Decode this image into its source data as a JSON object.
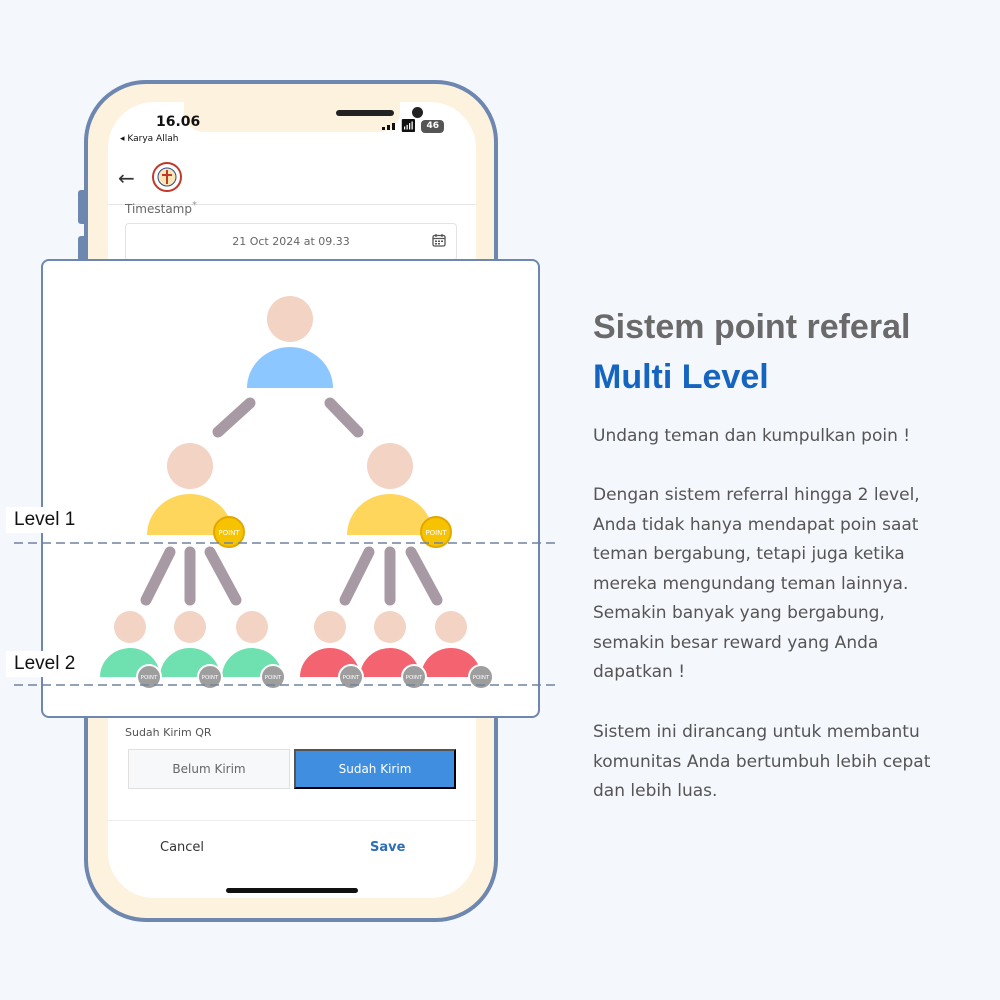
{
  "status_bar": {
    "time": "16.06",
    "back_app": "◂ Karya Allah",
    "battery": "46"
  },
  "form": {
    "timestamp_label": "Timestamp",
    "timestamp_required": "*",
    "timestamp_value": "21 Oct 2024 at 09.33",
    "qr_label": "Sudah Kirim QR",
    "qr_no": "Belum Kirim",
    "qr_yes": "Sudah Kirim",
    "cancel": "Cancel",
    "save": "Save"
  },
  "diagram": {
    "level1": "Level 1",
    "level2": "Level 2",
    "coin": "POINT",
    "colors": {
      "top": "#8cc7ff",
      "level1": "#ffd65c",
      "level2_left": "#6fe0b0",
      "level2_right": "#f46470",
      "coin": "#f7c300",
      "coin_gray": "#9e9e9e",
      "head": "#f3d3c3",
      "connector": "#a89aa4"
    }
  },
  "promo": {
    "title_line1": "Sistem point referal",
    "title_line2": "Multi Level",
    "intro": "Undang teman dan kumpulkan poin !",
    "body1_lines": [
      "Dengan sistem referral hingga 2 level,",
      "Anda tidak hanya mendapat poin saat",
      "teman bergabung, tetapi juga ketika",
      "mereka mengundang teman lainnya.",
      "Semakin banyak yang bergabung,",
      "semakin besar reward yang Anda",
      "dapatkan !"
    ],
    "body2_lines": [
      "Sistem ini dirancang untuk membantu",
      "komunitas Anda bertumbuh lebih cepat",
      "dan lebih luas."
    ]
  }
}
